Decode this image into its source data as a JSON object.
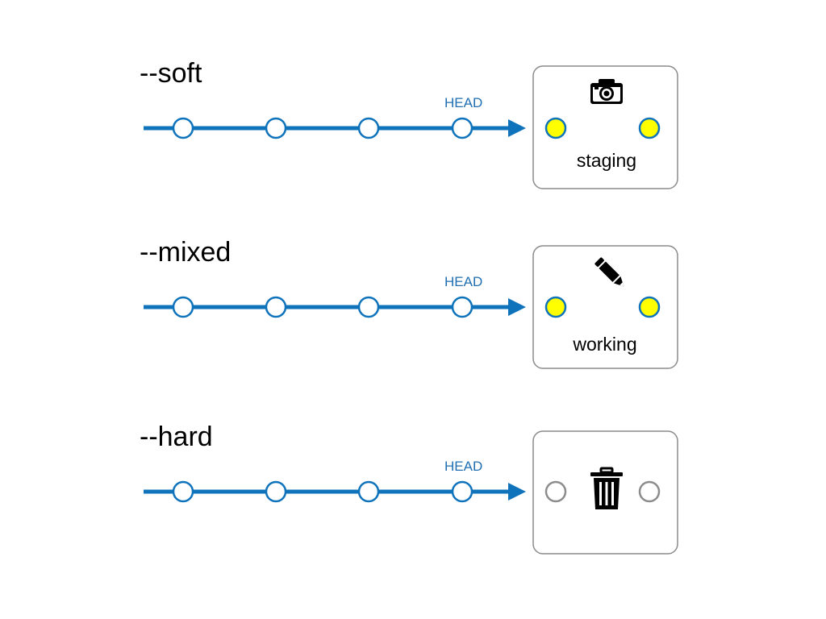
{
  "colors": {
    "line": "#0f73bb",
    "commit_fill": "#ffffff",
    "file_changed_fill": "#ffff00",
    "file_empty_stroke": "#8c8c8c",
    "box_border": "#8c8c8c"
  },
  "rows": [
    {
      "mode": "--soft",
      "head_label": "HEAD",
      "area_label": "staging",
      "area_icon": "camera-icon",
      "files_state": "kept"
    },
    {
      "mode": "--mixed",
      "head_label": "HEAD",
      "area_label": "working",
      "area_icon": "pencil-icon",
      "files_state": "kept"
    },
    {
      "mode": "--hard",
      "head_label": "HEAD",
      "area_label": "",
      "area_icon": "trash-icon",
      "files_state": "discarded"
    }
  ]
}
